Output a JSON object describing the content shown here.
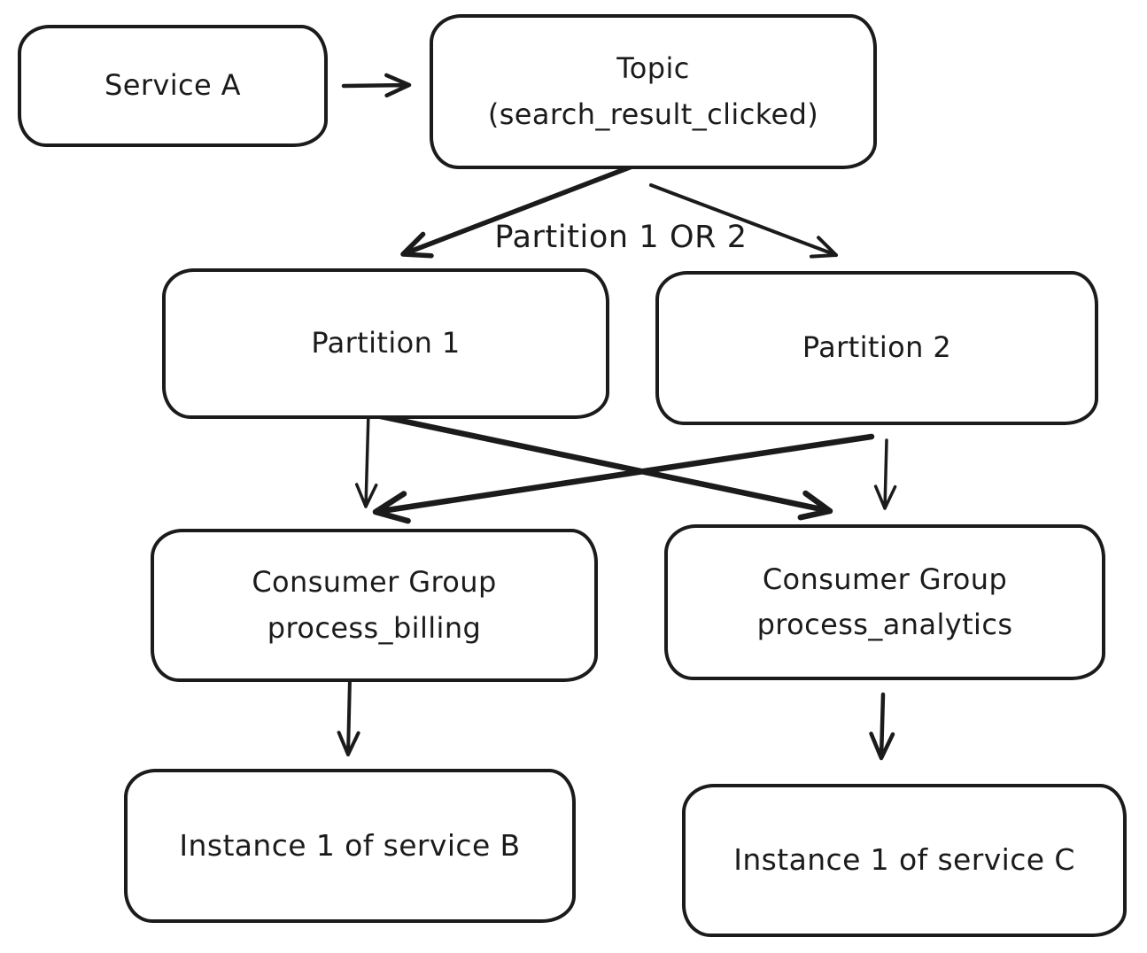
{
  "diagram": {
    "colors": {
      "stroke": "#1b1b1b",
      "background": "#ffffff"
    },
    "nodes": {
      "serviceA": {
        "label": "Service A"
      },
      "topic": {
        "label": "Topic\n(search_result_clicked)"
      },
      "partition1": {
        "label": "Partition 1"
      },
      "partition2": {
        "label": "Partition 2"
      },
      "consumerBilling": {
        "label": "Consumer Group\nprocess_billing"
      },
      "consumerAnalytics": {
        "label": "Consumer Group\nprocess_analytics"
      },
      "instanceB": {
        "label": "Instance 1 of service B"
      },
      "instanceC": {
        "label": "Instance 1 of service C"
      }
    },
    "edge_label": "Partition 1 OR 2",
    "edges": [
      {
        "from": "serviceA",
        "to": "topic"
      },
      {
        "from": "topic",
        "to": "partition1",
        "label": "Partition 1 OR 2"
      },
      {
        "from": "topic",
        "to": "partition2",
        "label": "Partition 1 OR 2"
      },
      {
        "from": "partition1",
        "to": "consumerBilling"
      },
      {
        "from": "partition1",
        "to": "consumerAnalytics"
      },
      {
        "from": "partition2",
        "to": "consumerBilling"
      },
      {
        "from": "partition2",
        "to": "consumerAnalytics"
      },
      {
        "from": "consumerBilling",
        "to": "instanceB"
      },
      {
        "from": "consumerAnalytics",
        "to": "instanceC"
      }
    ]
  }
}
